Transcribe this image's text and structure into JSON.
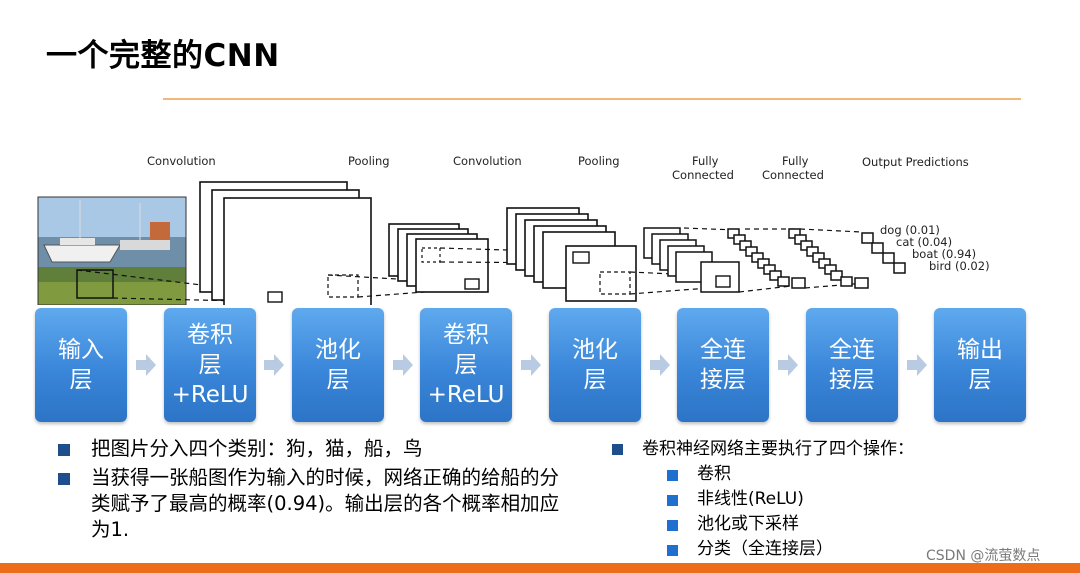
{
  "title": "一个完整的CNN",
  "diagram": {
    "layer_labels": [
      {
        "id": "conv1",
        "text": "Convolution"
      },
      {
        "id": "pool1",
        "text": "Pooling"
      },
      {
        "id": "conv2",
        "text": "Convolution"
      },
      {
        "id": "pool2",
        "text": "Pooling"
      },
      {
        "id": "fc1",
        "line1": "Fully",
        "line2": "Connected"
      },
      {
        "id": "fc2",
        "line1": "Fully",
        "line2": "Connected"
      },
      {
        "id": "out",
        "text": "Output Predictions"
      }
    ],
    "predictions": [
      "dog (0.01)",
      "cat (0.04)",
      "boat (0.94)",
      "bird (0.02)"
    ]
  },
  "stages": [
    {
      "label": "输入\n层"
    },
    {
      "label": "卷积\n层\n+ReLU"
    },
    {
      "label": "池化\n层"
    },
    {
      "label": "卷积\n层\n+ReLU"
    },
    {
      "label": "池化\n层"
    },
    {
      "label": "全连\n接层"
    },
    {
      "label": "全连\n接层"
    },
    {
      "label": "输出\n层"
    }
  ],
  "bullets_left": [
    "把图片分入四个类别：狗，猫，船，鸟",
    "当获得一张船图作为输入的时候，网络正确的给船的分类赋予了最高的概率(0.94)。输出层的各个概率相加应为1."
  ],
  "bullets_right": {
    "heading": "卷积神经网络主要执行了四个操作：",
    "items": [
      "卷积",
      "非线性(ReLU)",
      "池化或下采样",
      "分类（全连接层）"
    ]
  },
  "watermark": "CSDN @流萤数点",
  "colors": {
    "stage_blue": "#3a86d9",
    "accent_orange": "#ee6d1a",
    "rule": "#f2b878",
    "bullet_dark": "#1f4f8a"
  }
}
